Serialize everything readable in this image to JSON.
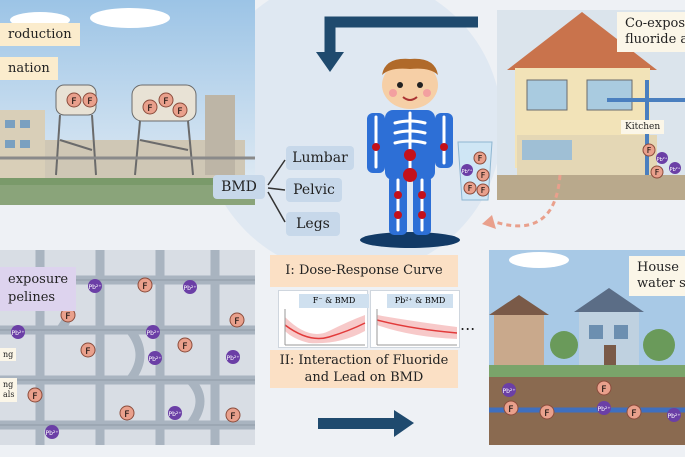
{
  "labels": {
    "top_left_1": "roduction",
    "top_left_2": "nation",
    "top_right": "Co-expos\nfluoride an",
    "kitchen": "Kitchen",
    "left_mid": "exposure\npelines",
    "left_small_1": "ng",
    "left_small_2": "ng\nals",
    "right_mid": "House\nwater s",
    "bmd": "BMD",
    "lumbar": "Lumbar",
    "pelvic": "Pelvic",
    "legs": "Legs",
    "box1": "I: Dose-Response Curve",
    "box2": "II: Interaction of Fluoride\nand Lead on BMD",
    "chart1_title": "F⁻ & BMD",
    "chart2_title": "Pb²⁺ & BMD",
    "ellipsis": "...",
    "f_symbol": "F",
    "pb_symbol": "Pb²⁺"
  },
  "colors": {
    "fluoride": "#e9a08c",
    "lead": "#6b3fa6",
    "arrow": "#1f4a6e",
    "circle": "#dfe8f2"
  }
}
